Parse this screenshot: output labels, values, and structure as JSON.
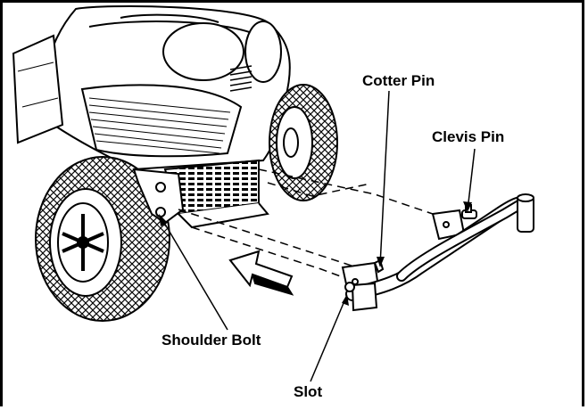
{
  "labels": {
    "cotter_pin": "Cotter Pin",
    "clevis_pin": "Clevis Pin",
    "shoulder_bolt": "Shoulder Bolt",
    "slot": "Slot"
  },
  "colors": {
    "ink": "#000000",
    "paper": "#ffffff",
    "shade": "#d8d8d8"
  }
}
